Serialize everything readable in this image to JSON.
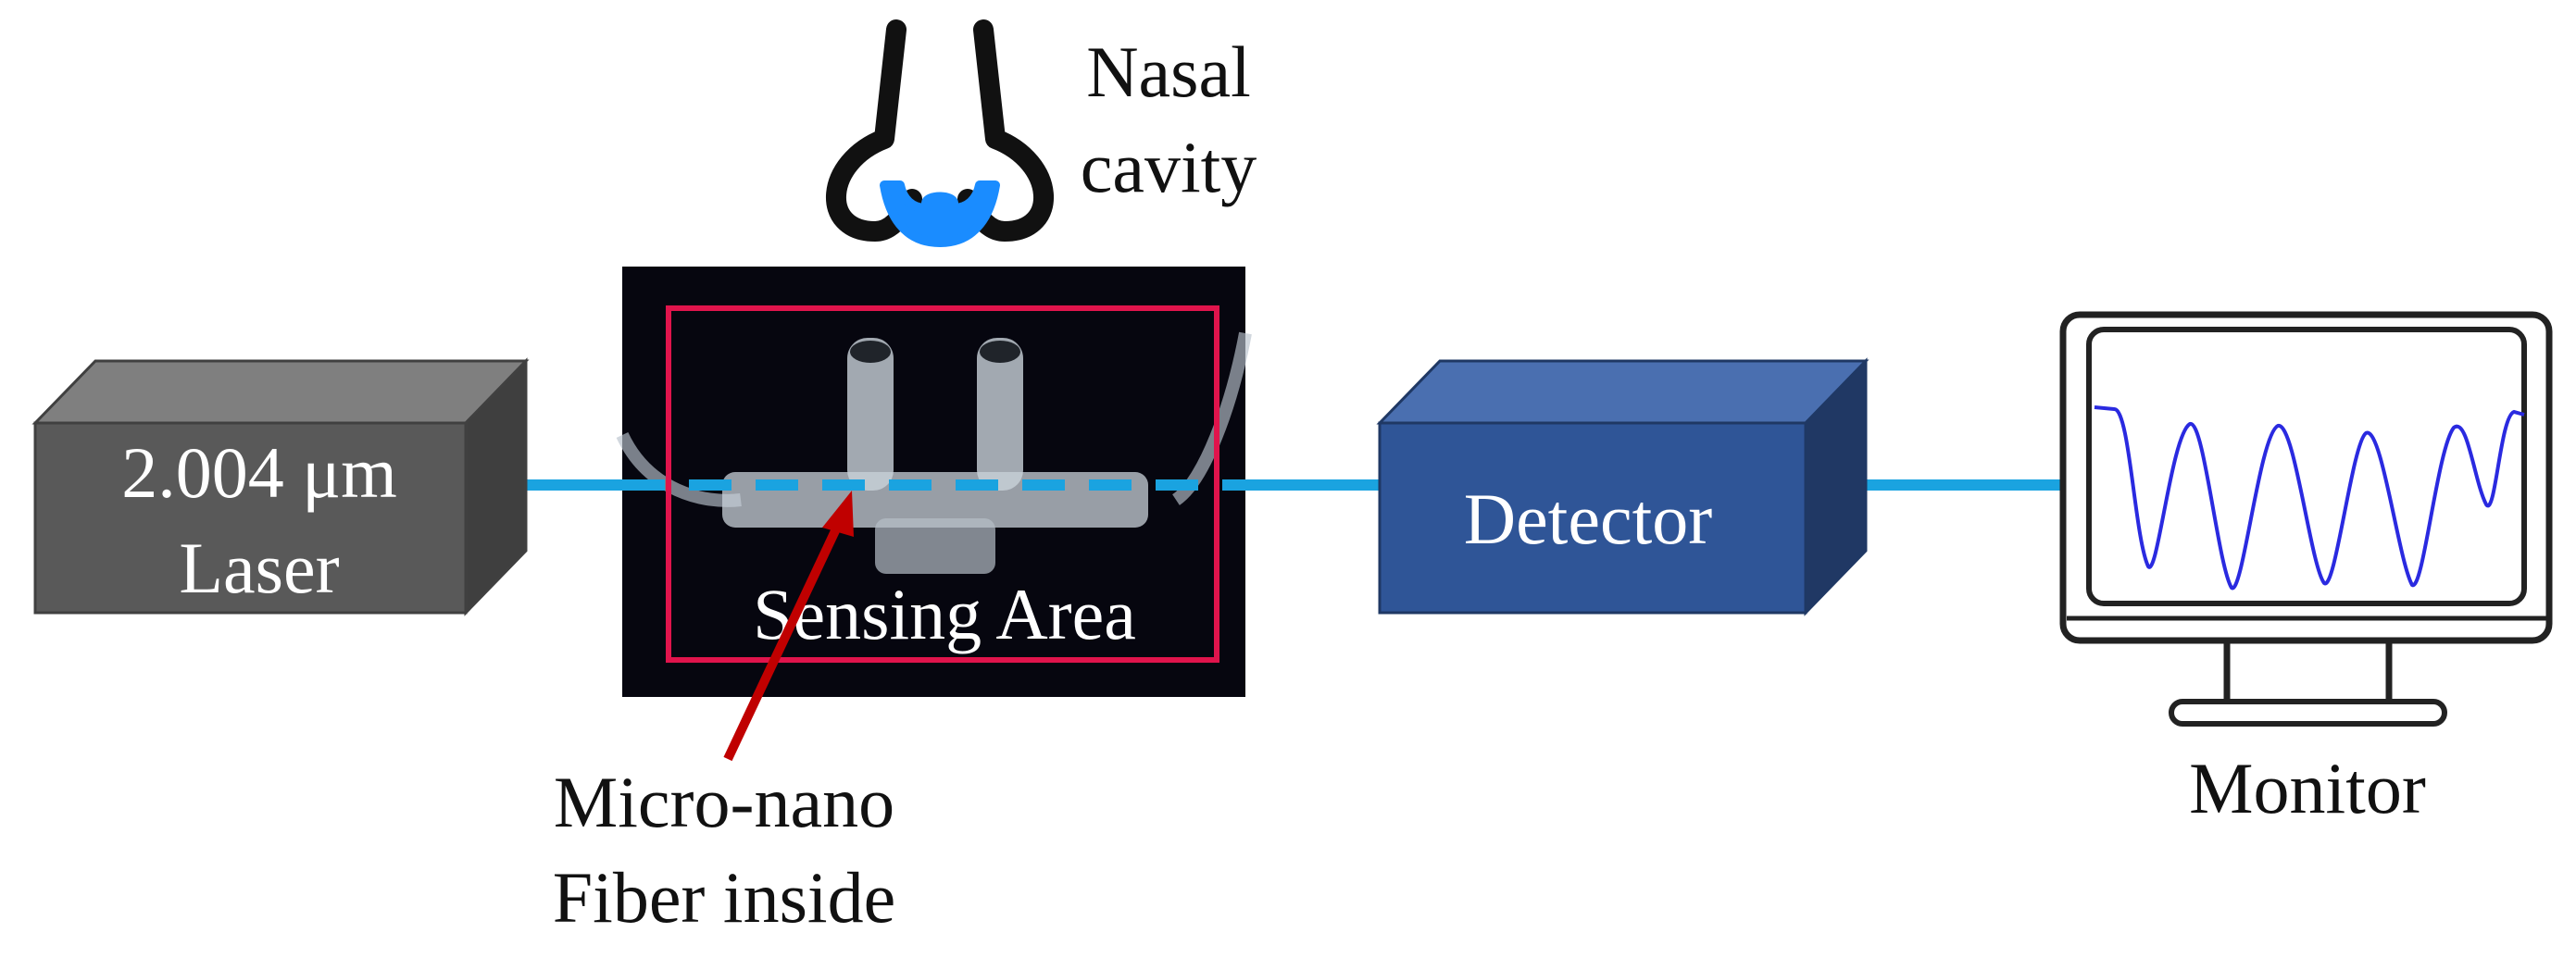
{
  "labels": {
    "laser_line1": "2.004 μm",
    "laser_line2": "Laser",
    "nasal_line1": "Nasal",
    "nasal_line2": "cavity",
    "sensing_area": "Sensing Area",
    "fiber_line1": "Micro-nano",
    "fiber_line2": "Fiber inside",
    "detector": "Detector",
    "monitor": "Monitor"
  },
  "colors": {
    "laser_box": "#595959",
    "detector_box": "#2f5597",
    "fiber_line": "#1aa3e0",
    "sensing_frame": "#e0144c",
    "arrow": "#c00000",
    "waveform": "#2a2ae0",
    "nose_outline": "#111111",
    "nose_nostril": "#1a8cff",
    "photo_background": "#06060f"
  },
  "icons": {
    "nose": "nose-icon",
    "monitor": "monitor-icon"
  }
}
